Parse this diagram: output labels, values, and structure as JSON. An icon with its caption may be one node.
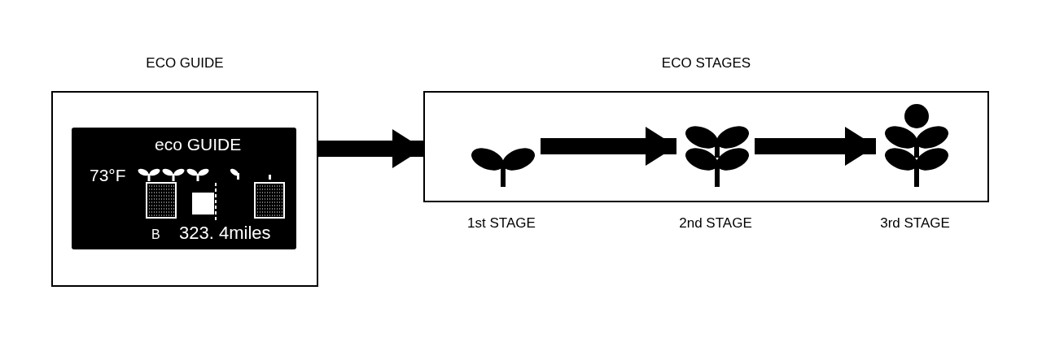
{
  "diagram": {
    "nodes": [
      {
        "text": [
          "ECO GUIDE"
        ]
      },
      {
        "text": [
          "eco GUIDE",
          "73°F",
          "B",
          "323. 4miles"
        ],
        "in": 0
      },
      {
        "text": [
          "ECO STAGES"
        ]
      },
      {
        "text": [],
        "shape": "picture",
        "in": 2,
        "beside": [
          "1st STAGE"
        ]
      },
      {
        "text": [],
        "shape": "picture",
        "in": 2,
        "beside": [
          "2nd STAGE"
        ]
      },
      {
        "text": [],
        "shape": "picture",
        "in": 2,
        "beside": [
          "3rd STAGE"
        ]
      }
    ],
    "edges": [
      {
        "from": 0,
        "to": 2,
        "arrow": "to"
      },
      {
        "from": 3,
        "to": 4,
        "arrow": "to"
      },
      {
        "from": 4,
        "to": 5,
        "arrow": "to"
      }
    ]
  }
}
